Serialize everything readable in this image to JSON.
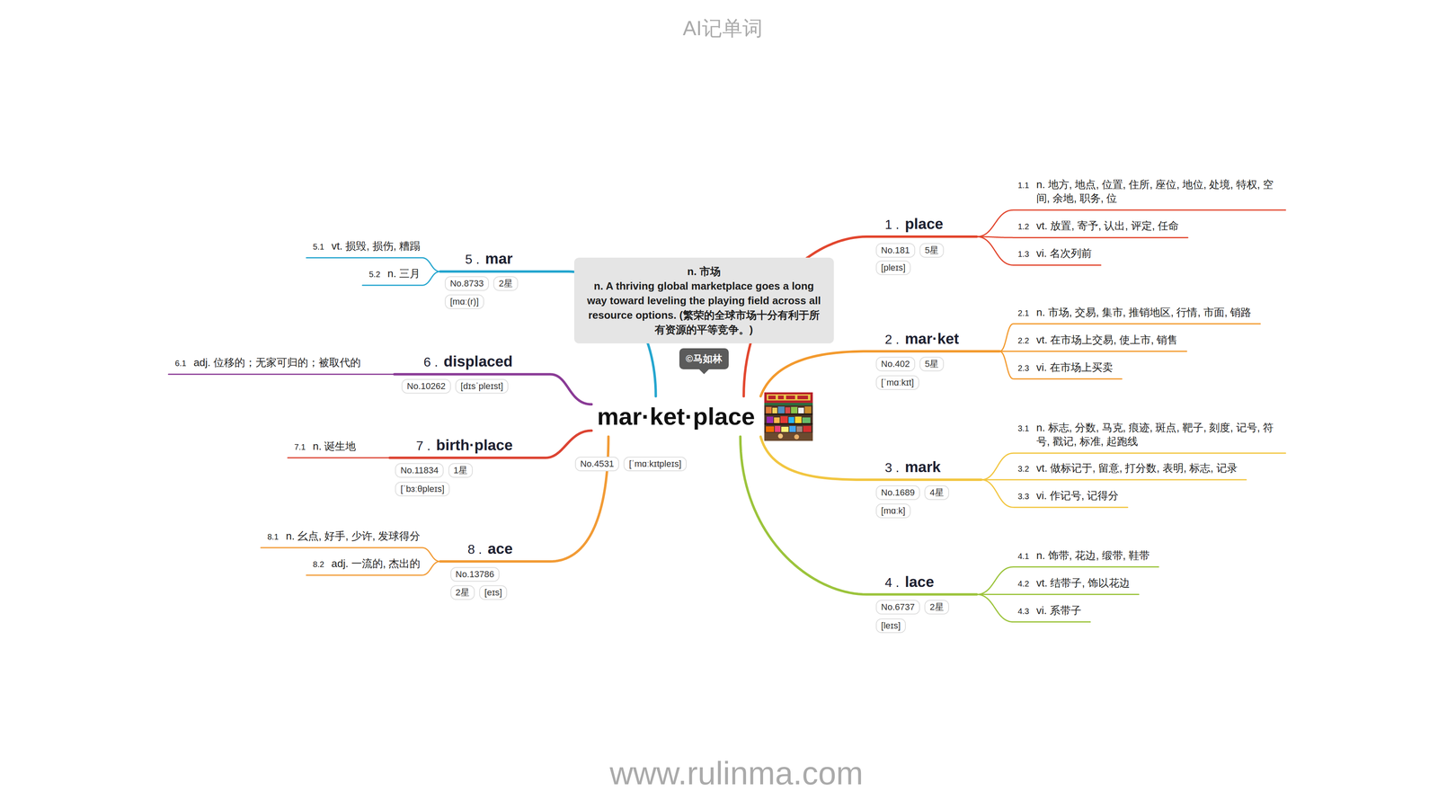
{
  "diagram": {
    "title": "AI记单词",
    "caption": "www.rulinma.com",
    "nodes": [
      {
        "text": [
          "mar·ket·place"
        ]
      },
      {
        "text": [
          "No.4531"
        ]
      },
      {
        "text": [
          "[ˈmɑːkɪtpleɪs]"
        ]
      },
      {
        "text": [
          "n. 市场",
          "n. A thriving global marketplace goes a long way toward leveling the playing field across all resource options. (繁荣的全球市场十分有利于所有资源的平等竞争。)"
        ]
      },
      {
        "text": [
          "©马如林"
        ]
      },
      {
        "text": [
          "1 .",
          "place"
        ]
      },
      {
        "text": [
          "No.181"
        ]
      },
      {
        "text": [
          "5星"
        ]
      },
      {
        "text": [
          "[pleɪs]"
        ]
      },
      {
        "text": [
          "1.1",
          "n. 地方, 地点, 位置, 住所, 座位, 地位, 处境, 特权, 空间, 余地, 职务, 位"
        ]
      },
      {
        "text": [
          "1.2",
          "vt. 放置, 寄予, 认出, 评定, 任命"
        ]
      },
      {
        "text": [
          "1.3",
          "vi. 名次列前"
        ]
      },
      {
        "text": [
          "2 .",
          "mar·ket"
        ]
      },
      {
        "text": [
          "No.402"
        ]
      },
      {
        "text": [
          "5星"
        ]
      },
      {
        "text": [
          "[ˈmɑːkɪt]"
        ]
      },
      {
        "text": [
          "2.1",
          "n. 市场, 交易, 集市, 推销地区, 行情, 市面, 销路"
        ]
      },
      {
        "text": [
          "2.2",
          "vt. 在市场上交易, 使上市, 销售"
        ]
      },
      {
        "text": [
          "2.3",
          "vi. 在市场上买卖"
        ]
      },
      {
        "text": [
          "3 .",
          "mark"
        ]
      },
      {
        "text": [
          "No.1689"
        ]
      },
      {
        "text": [
          "4星"
        ]
      },
      {
        "text": [
          "[mɑːk]"
        ]
      },
      {
        "text": [
          "3.1",
          "n. 标志, 分数, 马克, 痕迹, 斑点, 靶子, 刻度, 记号, 符号, 戳记, 标准, 起跑线"
        ]
      },
      {
        "text": [
          "3.2",
          "vt. 做标记于, 留意, 打分数, 表明, 标志, 记录"
        ]
      },
      {
        "text": [
          "3.3",
          "vi. 作记号, 记得分"
        ]
      },
      {
        "text": [
          "4 .",
          "lace"
        ]
      },
      {
        "text": [
          "No.6737"
        ]
      },
      {
        "text": [
          "2星"
        ]
      },
      {
        "text": [
          "[leɪs]"
        ]
      },
      {
        "text": [
          "4.1",
          "n. 饰带, 花边, 缎带, 鞋带"
        ]
      },
      {
        "text": [
          "4.2",
          "vt. 结带子, 饰以花边"
        ]
      },
      {
        "text": [
          "4.3",
          "vi. 系带子"
        ]
      },
      {
        "text": [
          "5 .",
          "mar"
        ]
      },
      {
        "text": [
          "No.8733"
        ]
      },
      {
        "text": [
          "2星"
        ]
      },
      {
        "text": [
          "[mɑː(r)]"
        ]
      },
      {
        "text": [
          "5.1",
          "vt. 损毁, 损伤, 糟蹋"
        ]
      },
      {
        "text": [
          "5.2",
          "n. 三月"
        ]
      },
      {
        "text": [
          "6 .",
          "displaced"
        ]
      },
      {
        "text": [
          "No.10262"
        ]
      },
      {
        "text": [
          "[dɪsˈpleɪst]"
        ]
      },
      {
        "text": [
          "6.1",
          "adj. 位移的；无家可归的；被取代的"
        ]
      },
      {
        "text": [
          "7 .",
          "birth·place"
        ]
      },
      {
        "text": [
          "No.11834"
        ]
      },
      {
        "text": [
          "1星"
        ]
      },
      {
        "text": [
          "[ˈbɜːθpleɪs]"
        ]
      },
      {
        "text": [
          "7.1",
          "n. 诞生地"
        ]
      },
      {
        "text": [
          "8 .",
          "ace"
        ]
      },
      {
        "text": [
          "No.13786"
        ]
      },
      {
        "text": [
          "2星"
        ]
      },
      {
        "text": [
          "[eɪs]"
        ]
      },
      {
        "text": [
          "8.1",
          "n. 幺点, 好手, 少许, 发球得分"
        ]
      },
      {
        "text": [
          "8.2",
          "adj. 一流的, 杰出的"
        ]
      }
    ],
    "edges": [
      {
        "from": 0,
        "to": 5,
        "arrow": "none"
      },
      {
        "from": 0,
        "to": 12,
        "arrow": "none"
      },
      {
        "from": 0,
        "to": 19,
        "arrow": "none"
      },
      {
        "from": 0,
        "to": 26,
        "arrow": "none"
      },
      {
        "from": 0,
        "to": 33,
        "arrow": "none"
      },
      {
        "from": 0,
        "to": 39,
        "arrow": "none"
      },
      {
        "from": 0,
        "to": 43,
        "arrow": "none"
      },
      {
        "from": 0,
        "to": 48,
        "arrow": "none"
      },
      {
        "from": 5,
        "to": 9,
        "arrow": "none"
      },
      {
        "from": 5,
        "to": 10,
        "arrow": "none"
      },
      {
        "from": 5,
        "to": 11,
        "arrow": "none"
      },
      {
        "from": 12,
        "to": 16,
        "arrow": "none"
      },
      {
        "from": 12,
        "to": 17,
        "arrow": "none"
      },
      {
        "from": 12,
        "to": 18,
        "arrow": "none"
      },
      {
        "from": 19,
        "to": 23,
        "arrow": "none"
      },
      {
        "from": 19,
        "to": 24,
        "arrow": "none"
      },
      {
        "from": 19,
        "to": 25,
        "arrow": "none"
      },
      {
        "from": 26,
        "to": 30,
        "arrow": "none"
      },
      {
        "from": 26,
        "to": 31,
        "arrow": "none"
      },
      {
        "from": 26,
        "to": 32,
        "arrow": "none"
      },
      {
        "from": 33,
        "to": 37,
        "arrow": "none"
      },
      {
        "from": 33,
        "to": 38,
        "arrow": "none"
      },
      {
        "from": 39,
        "to": 42,
        "arrow": "none"
      },
      {
        "from": 43,
        "to": 47,
        "arrow": "none"
      },
      {
        "from": 48,
        "to": 52,
        "arrow": "none"
      },
      {
        "from": 48,
        "to": 53,
        "arrow": "none"
      }
    ]
  }
}
